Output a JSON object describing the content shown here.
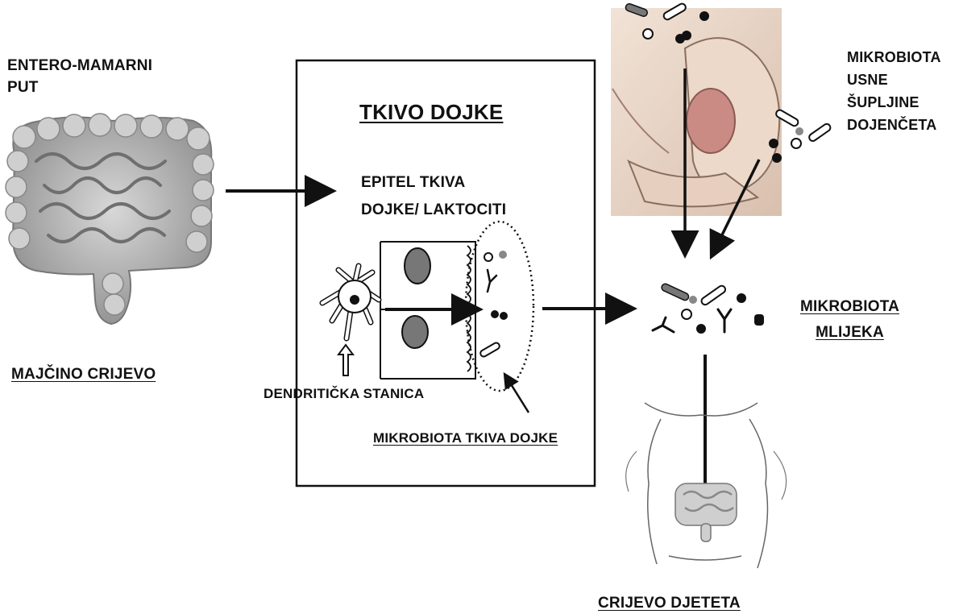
{
  "labels": {
    "entero_path": "ENTERO-MAMARNI\nPUT",
    "maternal_gut": "MAJČINO CRIJEVO",
    "breast_tissue_title": "TKIVO DOJKE",
    "epithelium": "EPITEL TKIVA\nDOJKE/ LAKTOCITI",
    "dendritic_cell": "DENDRITIČKA STANICA",
    "breast_microbiota": "MIKROBIOTA TKIVA DOJKE",
    "infant_oral_microbiota": "MIKROBIOTA\nUSNE\nŠUPLJINE\nDOJENČETA",
    "milk_microbiota": "MIKROBIOTA\nMLIJEKA",
    "infant_gut": "CRIJEVO DJETETA"
  },
  "icons": [
    "maternal-intestine-illustration",
    "breastfeeding-illustration",
    "infant-body-illustration",
    "dendritic-cell-icon",
    "epithelial-cell-icon",
    "bacteria-icon",
    "antibody-icon"
  ],
  "colors": {
    "ink": "#111111",
    "cell_fill": "#777777",
    "skin": "#e8d6c8",
    "gut": "#bdbdbd"
  }
}
